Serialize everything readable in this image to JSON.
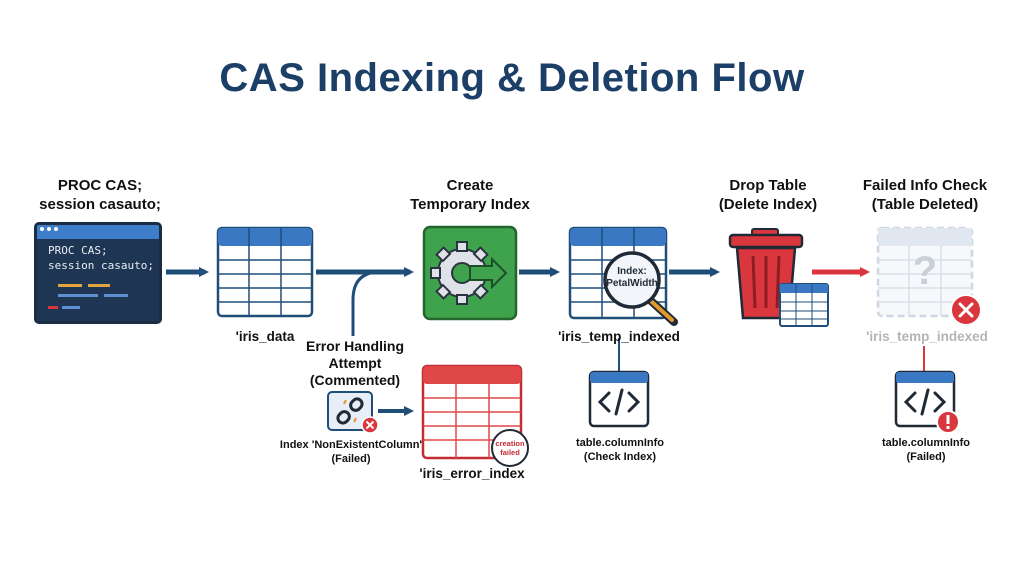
{
  "title": "CAS Indexing & Deletion Flow",
  "steps": {
    "proc_cas": {
      "label": "PROC CAS;\nsession casauto;",
      "code": "PROC CAS;\n session casauto;"
    },
    "iris_data": {
      "caption": "'iris_data"
    },
    "create_index": {
      "label": "Create\nTemporary Index"
    },
    "iris_temp_indexed": {
      "caption": "'iris_temp_indexed",
      "magnifier_text": "Index:\nPetalWidth"
    },
    "drop_table": {
      "label": "Drop Table\n(Delete Index)"
    },
    "failed_info": {
      "label": "Failed Info Check\n(Table Deleted)",
      "caption": "'iris_temp_indexed"
    },
    "error_handling": {
      "label": "Error Handling\nAttempt\n(Commented)"
    },
    "index_nonexistent": {
      "label": "Index 'NonExistentColumn'\n(Failed)"
    },
    "iris_error_index": {
      "caption": "'iris_error_index",
      "stamp": "creation\nfailed"
    },
    "column_info_check": {
      "label": "table.columnInfo\n(Check Index)"
    },
    "column_info_failed": {
      "label": "table.columnInfo\n(Failed)"
    }
  },
  "colors": {
    "title": "#1b3f66",
    "arrow": "#1f4e78",
    "red_arrow": "#d9363e",
    "table_header": "#3b78c3",
    "gear_box": "#3fa34d",
    "trash": "#d9363e",
    "error_table": "#e04848"
  },
  "icons": [
    "code-window-icon",
    "table-icon",
    "gear-icon",
    "magnifier-icon",
    "trash-icon",
    "question-icon",
    "broken-link-icon",
    "code-brackets-icon",
    "error-x-icon",
    "warning-icon"
  ]
}
